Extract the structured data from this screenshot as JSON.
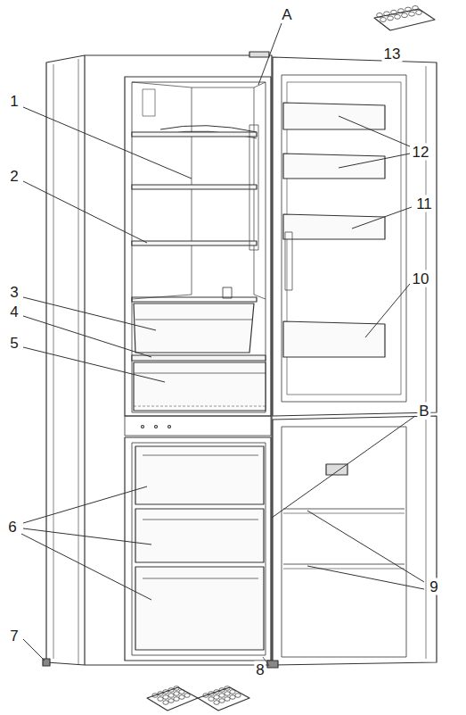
{
  "diagram": {
    "labels": [
      "A",
      "13",
      "1",
      "12",
      "2",
      "11",
      "3",
      "4",
      "5",
      "10",
      "B",
      "6",
      "9",
      "7",
      "8"
    ]
  }
}
